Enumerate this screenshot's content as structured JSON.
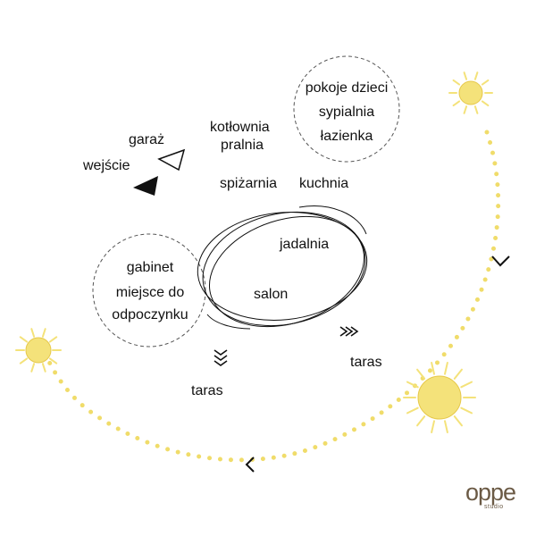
{
  "colors": {
    "sun": "#f4e27a",
    "sun_outline": "#e6c84a",
    "dots": "#f0dc6a",
    "ink": "#111111",
    "dashed_circle": "#555555",
    "logo": "#6b5a45"
  },
  "labels": {
    "entrance": "wejście",
    "garage": "garaż",
    "boiler_room": "kotłownia",
    "laundry": "pralnia",
    "pantry": "spiżarnia",
    "kitchen": "kuchnia",
    "dining": "jadalnia",
    "living": "salon",
    "terrace_left": "taras",
    "terrace_right": "taras"
  },
  "private_zone": {
    "line1": "pokoje dzieci",
    "line2": "sypialnia",
    "line3": "łazienka"
  },
  "office_zone": {
    "line1": "gabinet",
    "line2": "miejsce do",
    "line3": "odpoczynku"
  },
  "logo": {
    "main": "oppe",
    "sub": "studio"
  }
}
